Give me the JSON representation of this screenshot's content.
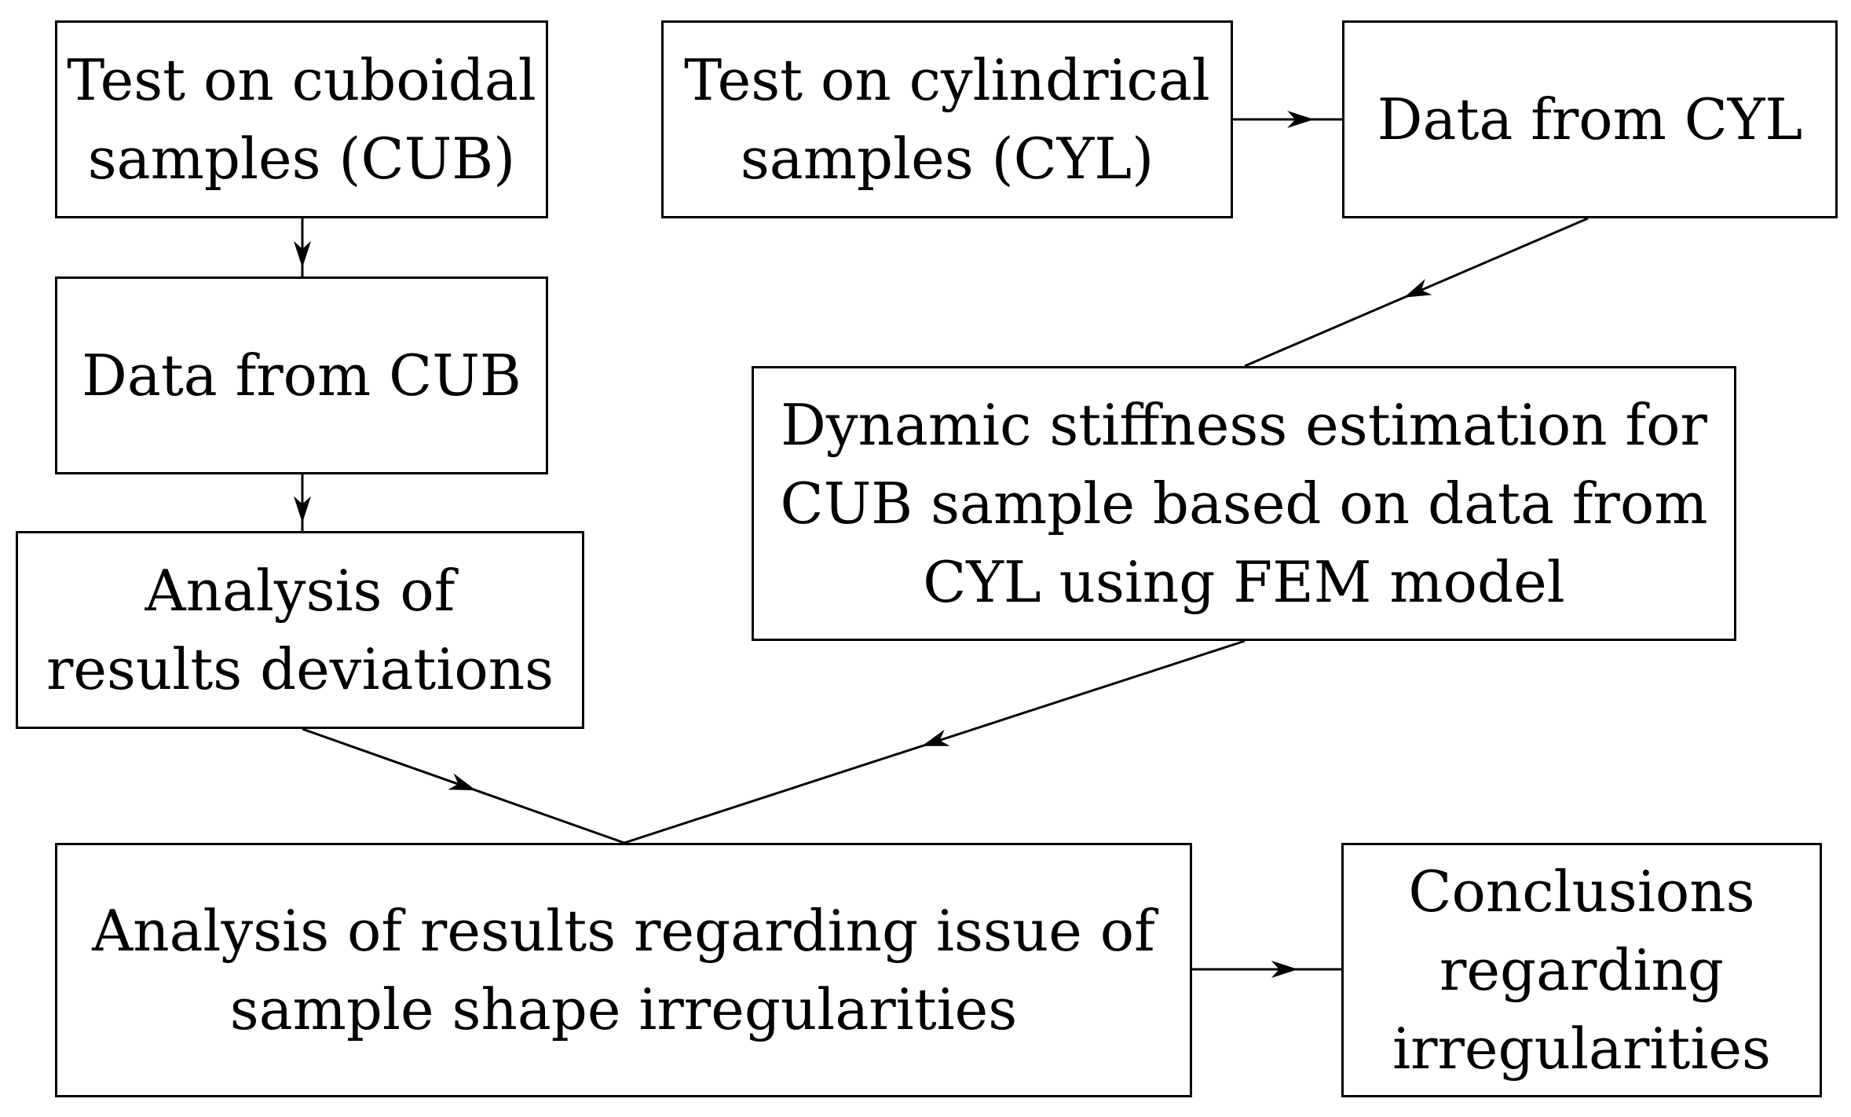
{
  "diagram": {
    "nodes": [
      {
        "id": "test_cub",
        "text": "Test on cuboidal\nsamples (CUB)"
      },
      {
        "id": "test_cyl",
        "text": "Test on cylindrical\nsamples (CYL)"
      },
      {
        "id": "data_cyl",
        "text": "Data from CYL"
      },
      {
        "id": "data_cub",
        "text": "Data from CUB"
      },
      {
        "id": "dynamic_stiffness",
        "text": "Dynamic stiffness estimation for\nCUB sample based on data from\nCYL using FEM model"
      },
      {
        "id": "analysis_deviations",
        "text": "Analysis of\nresults deviations"
      },
      {
        "id": "analysis_irregularities",
        "text": "Analysis of results regarding issue of\nsample shape irregularities"
      },
      {
        "id": "conclusions",
        "text": "Conclusions\nregarding\nirregularities"
      }
    ],
    "edges": [
      {
        "from": "test_cub",
        "to": "data_cub"
      },
      {
        "from": "data_cub",
        "to": "analysis_deviations"
      },
      {
        "from": "test_cyl",
        "to": "data_cyl"
      },
      {
        "from": "data_cyl",
        "to": "dynamic_stiffness"
      },
      {
        "from": "analysis_deviations",
        "to": "analysis_irregularities"
      },
      {
        "from": "dynamic_stiffness",
        "to": "analysis_irregularities"
      },
      {
        "from": "analysis_irregularities",
        "to": "conclusions"
      }
    ]
  }
}
